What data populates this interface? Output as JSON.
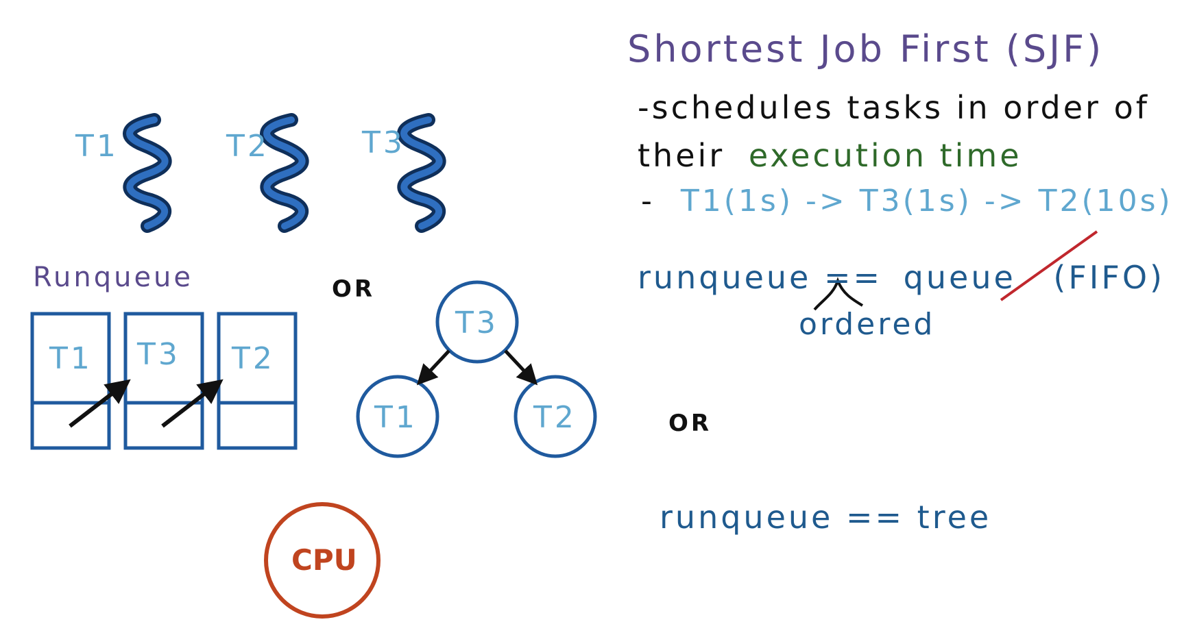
{
  "threads": [
    {
      "label": "T1"
    },
    {
      "label": "T2"
    },
    {
      "label": "T3"
    }
  ],
  "runqueue_label": "Runqueue",
  "list_nodes": [
    "T1",
    "T3",
    "T2"
  ],
  "or_left": "OR",
  "tree": {
    "root": "T3",
    "left": "T1",
    "right": "T2"
  },
  "cpu_label": "CPU",
  "title": "Shortest Job First (SJF)",
  "desc": {
    "line1": "-schedules tasks in order of",
    "line2_prefix": "their",
    "line2_highlight": "execution time"
  },
  "order": {
    "dash": "-",
    "sequence": "T1(1s) -> T3(1s) -> T2(10s)"
  },
  "eq1": {
    "prefix": "runqueue ==",
    "term": "queue",
    "struck": "(FIFO)",
    "annotation": "ordered"
  },
  "or_right": "OR",
  "eq2": "runqueue == tree",
  "colors": {
    "thread_blue": "#1f5a9e",
    "light_blue": "#5fa7cf",
    "dark_blue": "#1f5a8e",
    "purple": "#5a4a8c",
    "green": "#2f6a2a",
    "red": "#c0441f",
    "strike_red": "#c0272d"
  }
}
